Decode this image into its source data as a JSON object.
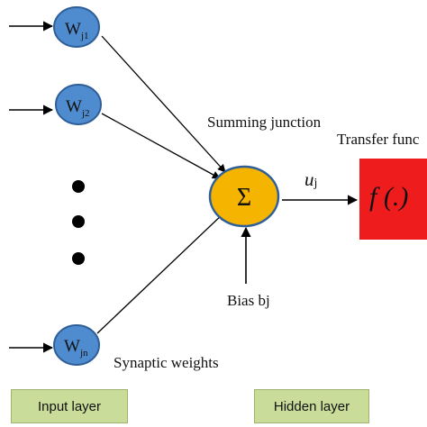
{
  "labels": {
    "summing_junction": "Summing junction",
    "transfer_function": "Transfer func",
    "synaptic_weights": "Synaptic weights",
    "bias": "Bias bj",
    "u_symbol": "u",
    "u_subscript": "j",
    "sigma_symbol": "Σ",
    "transfer_symbol": "f (.)"
  },
  "weights": [
    {
      "base": "W",
      "sub": "j1"
    },
    {
      "base": "W",
      "sub": "j2"
    },
    {
      "base": "W",
      "sub": "jn"
    }
  ],
  "layers": {
    "input": "Input layer",
    "hidden": "Hidden layer"
  },
  "colors": {
    "weight_node_fill": "#4f8ccf",
    "weight_node_stroke": "#2f5f99",
    "sum_node_fill": "#f5b400",
    "sum_node_stroke": "#2f5f99",
    "transfer_fill": "#ee1c1c",
    "layer_box_fill": "#c9dc9a",
    "line_color": "#000000"
  }
}
